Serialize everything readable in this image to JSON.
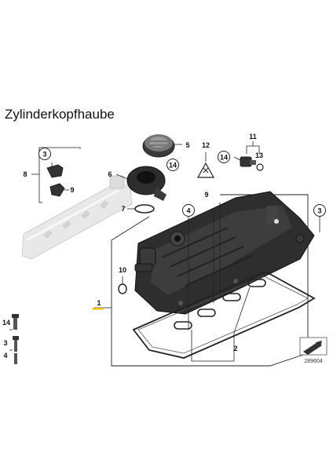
{
  "title": "Zylinderkopfhaube",
  "reference_number": "289604",
  "callouts": {
    "c1": "1",
    "c2": "2",
    "c3a": "3",
    "c3b": "3",
    "c3c": "3",
    "c4a": "4",
    "c4b": "4",
    "c5": "5",
    "c6": "6",
    "c7": "7",
    "c8": "8",
    "c9a": "9",
    "c9b": "9",
    "c10": "10",
    "c11": "11",
    "c12": "12",
    "c13": "13",
    "c14a": "14",
    "c14b": "14",
    "c14c": "14"
  },
  "colors": {
    "part_dark": "#2b2b2b",
    "part_mid": "#4a4a4a",
    "rail_light": "#e6e6e6",
    "accent_underline": "#f2c200",
    "line": "#222222"
  }
}
